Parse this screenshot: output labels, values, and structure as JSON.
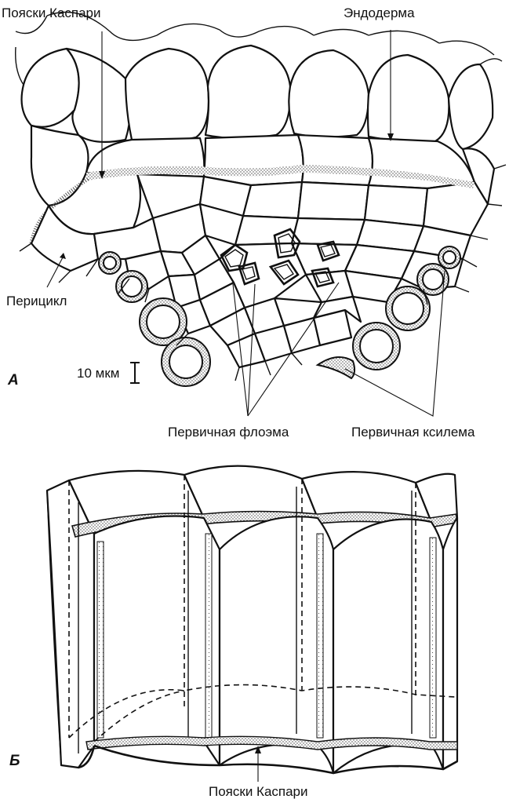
{
  "panel_a": {
    "letter": "А",
    "labels": {
      "casparian_strips": "Пояски Каспари",
      "endodermis": "Эндодерма",
      "pericycle": "Перицикл",
      "primary_phloem": "Первичная флоэма",
      "primary_xylem": "Первичная ксилема"
    },
    "scale_bar": "10 мкм"
  },
  "panel_b": {
    "letter": "Б",
    "labels": {
      "casparian_strips": "Пояски Каспари"
    }
  },
  "colors": {
    "line": "#111111",
    "background": "#ffffff",
    "stipple": "#444444"
  }
}
